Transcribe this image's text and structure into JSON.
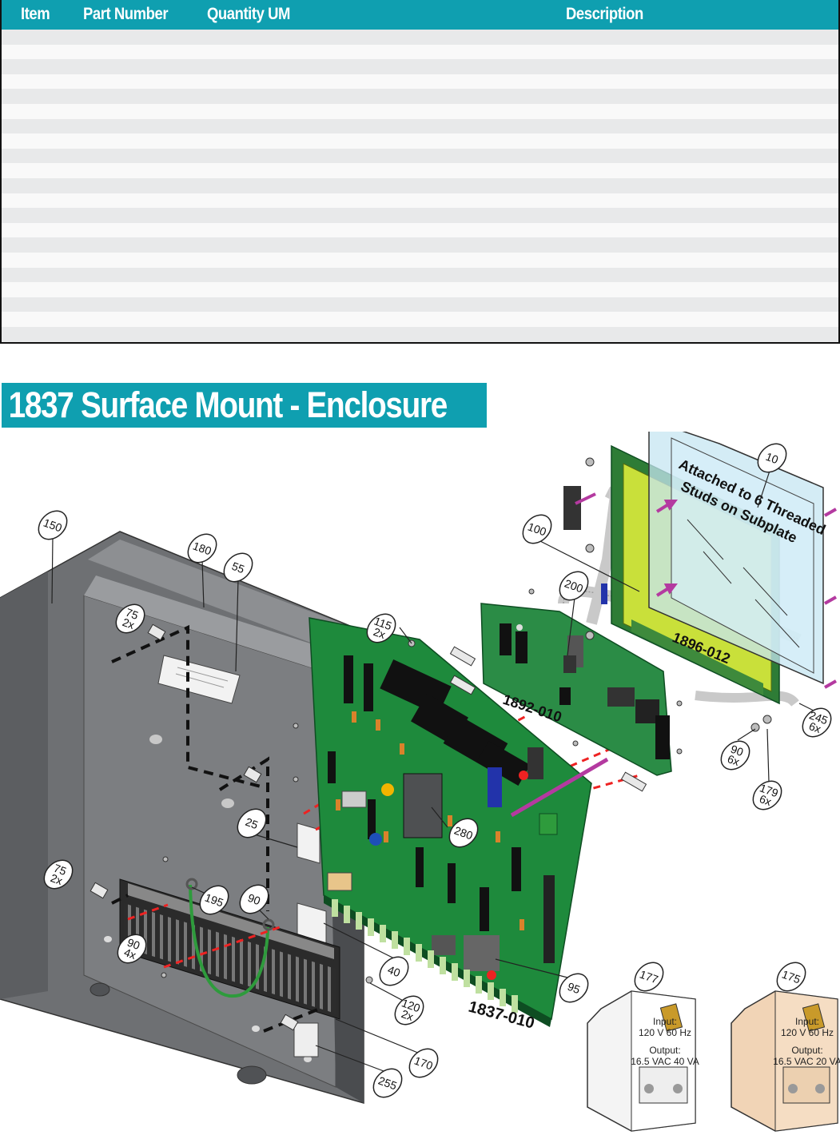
{
  "table": {
    "headers": {
      "item": "Item",
      "part_number": "Part Number",
      "quantity_um": "Quantity UM",
      "description": "Description"
    },
    "row_count": 21
  },
  "section": {
    "title": "1837 Surface Mount - Enclosure"
  },
  "diagram": {
    "callouts": [
      "150",
      "180",
      "55",
      "75\n2x",
      "115\n2x",
      "25",
      "280",
      "75\n2x",
      "195",
      "90",
      "90\n4x",
      "40",
      "95",
      "120\n2x",
      "170",
      "255",
      "100",
      "200",
      "10",
      "245\n6x",
      "90\n6x",
      "179\n6x",
      "177",
      "175"
    ],
    "board_labels": {
      "main": "1837-010",
      "interface": "1892-010",
      "display": "1896-012"
    },
    "note": "Attached to 6 Threaded Studs on Subplate",
    "transformers": [
      {
        "input_label": "Input:",
        "input_value": "120 V 60 Hz",
        "output_label": "Output:",
        "output_value": "16.5 VAC 40 VA"
      },
      {
        "input_label": "Input:",
        "input_value": "120 V 60 Hz",
        "output_label": "Output:",
        "output_value": "16.5 VAC 20 VA"
      }
    ],
    "colors": {
      "enclosure": "#7d7f82",
      "pcb": "#1e8a3c",
      "lcd": "#c9e03a",
      "accent": "#0f9fb0",
      "stud_arrow": "#b43aa0"
    }
  }
}
